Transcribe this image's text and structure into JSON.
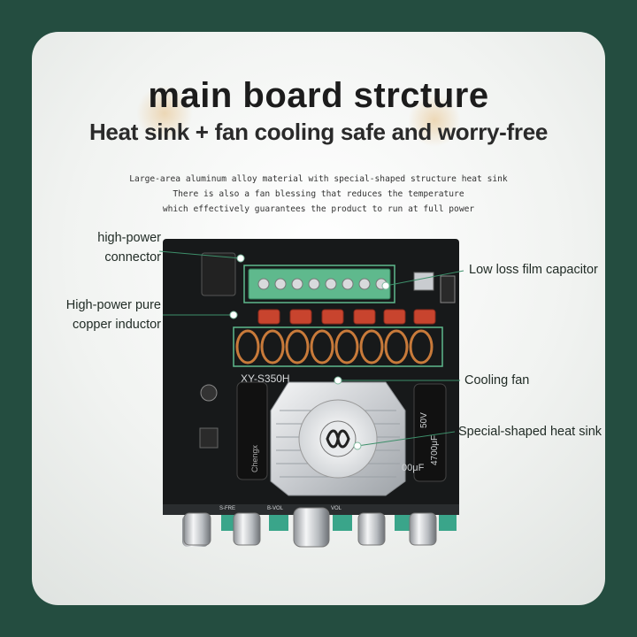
{
  "title": "main board strcture",
  "subtitle": "Heat sink + fan cooling  safe and worry-free",
  "description": [
    "Large-area aluminum alloy material with special-shaped structure heat sink",
    "There is also a fan blessing that reduces the temperature",
    "which effectively guarantees the product to run at full power"
  ],
  "callouts": {
    "connector": [
      "high-power",
      "connector"
    ],
    "inductor": [
      "High-power pure",
      "copper inductor"
    ],
    "capacitor": "Low loss film capacitor",
    "fan": "Cooling fan",
    "heatsink": "Special-shaped heat sink"
  },
  "board_text": {
    "model": "XY-S350H",
    "cap_left": "Chengx",
    "cap_right_value": "4700μF",
    "cap_right_voltage": "50V",
    "cap_right_partial": "00μF",
    "knob_labels": [
      "S-FRE",
      "B-VOL",
      "VOL"
    ]
  },
  "colors": {
    "frame": "#244d40",
    "board": "#17191a",
    "terminal": "#5fb98d",
    "knob_base": "#3aa58a",
    "capacitor": "#c8442e",
    "inductor": "#c87a3a",
    "callout_dot": "#ffffff"
  }
}
